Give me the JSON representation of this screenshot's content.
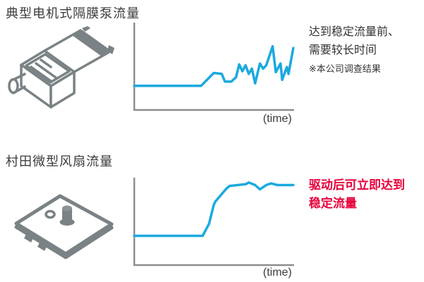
{
  "colors": {
    "background": "#FFFFFF",
    "flow_line": "#1BA9DF",
    "axis": "#8A8E91",
    "illustration_gray": "#7A8285",
    "heading_text": "#3B3B3B",
    "body_text": "#333333",
    "accent_red": "#E6003C"
  },
  "sections": [
    {
      "title": "典型电机式隔膜泵流量",
      "illustration": "diaphragm-pump-icon",
      "time_label": "(time)",
      "annotation": "达到稳定流量前、\n需要较长时间",
      "note": "※本公司调查结果"
    },
    {
      "title": "村田微型风扇流量",
      "illustration": "micro-blower-icon",
      "time_label": "(time)",
      "annotation": "驱动后可立即达到\n稳定流量"
    }
  ],
  "chart_data": [
    {
      "type": "line",
      "title": "典型电机式隔膜泵流量",
      "xlabel": "(time)",
      "ylabel": "",
      "x_range": [
        0,
        100
      ],
      "ylim": [
        0,
        100
      ],
      "grid": false,
      "legend_position": "none",
      "line_color": "#1BA9DF",
      "description_visible": false,
      "points": [
        [
          0,
          28
        ],
        [
          42,
          28
        ],
        [
          50,
          43
        ],
        [
          55,
          42
        ],
        [
          57,
          33
        ],
        [
          61,
          33
        ],
        [
          64,
          38
        ],
        [
          66,
          53
        ],
        [
          68,
          45
        ],
        [
          70,
          52
        ],
        [
          72,
          42
        ],
        [
          74,
          48
        ],
        [
          76,
          31
        ],
        [
          79,
          54
        ],
        [
          81,
          48
        ],
        [
          83,
          52
        ],
        [
          87,
          74
        ],
        [
          89,
          44
        ],
        [
          92,
          54
        ],
        [
          93,
          35
        ],
        [
          96,
          50
        ],
        [
          97,
          42
        ],
        [
          100,
          72
        ]
      ]
    },
    {
      "type": "line",
      "title": "村田微型风扇流量",
      "xlabel": "(time)",
      "ylabel": "",
      "x_range": [
        0,
        100
      ],
      "ylim": [
        0,
        100
      ],
      "grid": false,
      "legend_position": "none",
      "line_color": "#1BA9DF",
      "description_visible": false,
      "points": [
        [
          0,
          34
        ],
        [
          43,
          34
        ],
        [
          47,
          48
        ],
        [
          50,
          70
        ],
        [
          51,
          74
        ],
        [
          52,
          76
        ],
        [
          58,
          89
        ],
        [
          60,
          92
        ],
        [
          65,
          93
        ],
        [
          70,
          94
        ],
        [
          72,
          96
        ],
        [
          76,
          93
        ],
        [
          79,
          88
        ],
        [
          83,
          93
        ],
        [
          86,
          95
        ],
        [
          90,
          93
        ],
        [
          95,
          93
        ],
        [
          100,
          93
        ]
      ]
    }
  ]
}
